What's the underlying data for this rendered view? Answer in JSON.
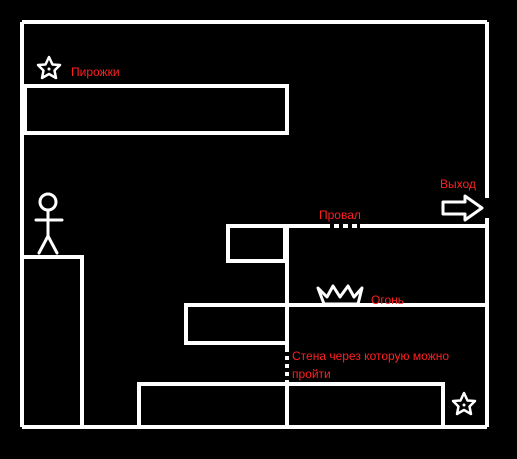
{
  "colors": {
    "background": "#000000",
    "wall": "#ffffff",
    "label": "#ff2020"
  },
  "level": {
    "labels": {
      "pies": "Пирожки",
      "exit": "Выход",
      "pit": "Провал",
      "fire": "Огонь",
      "passable_wall_line1": "Стена через которую можно",
      "passable_wall_line2": "пройти"
    },
    "icons": {
      "pie_top": "star-icon",
      "pie_bottom": "star-icon",
      "exit": "arrow-right-icon",
      "fire": "fire-icon",
      "player": "stick-figure-icon"
    }
  }
}
